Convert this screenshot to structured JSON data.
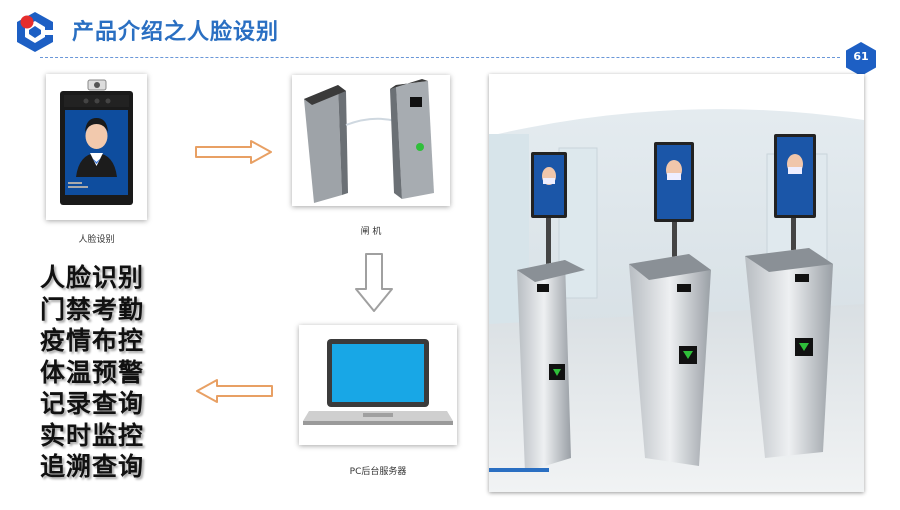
{
  "header": {
    "title": "产品介绍之人脸设别",
    "page_number": "61"
  },
  "flow": {
    "device_caption": "人脸设别",
    "gate_caption": "闸 机",
    "server_caption": "PC后台服务器"
  },
  "features": [
    "人脸识别",
    "门禁考勤",
    "疫情布控",
    "体温预警",
    "记录查询",
    "实时监控",
    "追溯查询"
  ],
  "colors": {
    "title": "#2a6fc2",
    "logo_blue": "#1d5fc4",
    "logo_red": "#e52d2d",
    "badge": "#1d5fc4",
    "arrow_orange": "#e8a064"
  },
  "icons": [
    "logo-icon",
    "face-terminal-icon",
    "turnstile-icon",
    "laptop-icon",
    "arrow-right-icon",
    "arrow-down-icon",
    "arrow-left-icon"
  ]
}
